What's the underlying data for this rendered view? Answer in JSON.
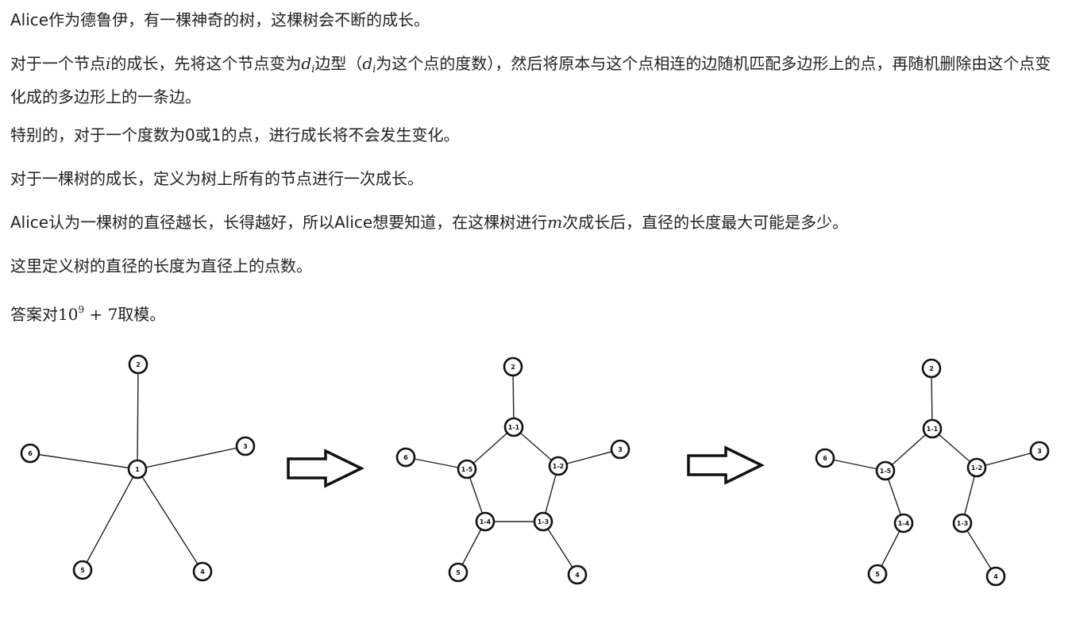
{
  "paragraphs": {
    "p1": "Alice作为德鲁伊，有一棵神奇的树，这棵树会不断的成长。",
    "p2": {
      "a": "对于一个节点",
      "i": "i",
      "b": "的成长，先将这个节点变为",
      "d": "d",
      "d_sub": "i",
      "c": "边型（",
      "d2": "d",
      "d2_sub": "i",
      "e": "为这个点的度数），然后将原本与这个点相连的边随机匹配多边形上的点，再随机删除由这个点变化成的多边形上的一条边。"
    },
    "p3": "特别的，对于一个度数为0或1的点，进行成长将不会发生变化。",
    "p4": "对于一棵树的成长，定义为树上所有的节点进行一次成长。",
    "p5": {
      "a": "Alice认为一棵树的直径越长，长得越好，所以Alice想要知道，在这棵树进行",
      "m": "m",
      "b": "次成长后，直径的长度最大可能是多少。"
    },
    "p6": "这里定义树的直径的长度为直径上的点数。",
    "p7": {
      "a": "答案对",
      "base": "10",
      "exp": "9",
      "plus": " + 7",
      "b": "取模。"
    }
  },
  "figure": {
    "tree1": {
      "nodes": [
        {
          "id": "1",
          "label": "1"
        },
        {
          "id": "2",
          "label": "2"
        },
        {
          "id": "3",
          "label": "3"
        },
        {
          "id": "4",
          "label": "4"
        },
        {
          "id": "5",
          "label": "5"
        },
        {
          "id": "6",
          "label": "6"
        }
      ],
      "edges": [
        [
          "1",
          "2"
        ],
        [
          "1",
          "3"
        ],
        [
          "1",
          "4"
        ],
        [
          "1",
          "5"
        ],
        [
          "1",
          "6"
        ]
      ]
    },
    "tree2": {
      "nodes": [
        {
          "id": "1-1",
          "label": "1-1"
        },
        {
          "id": "1-2",
          "label": "1-2"
        },
        {
          "id": "1-3",
          "label": "1-3"
        },
        {
          "id": "1-4",
          "label": "1-4"
        },
        {
          "id": "1-5",
          "label": "1-5"
        },
        {
          "id": "2",
          "label": "2"
        },
        {
          "id": "3",
          "label": "3"
        },
        {
          "id": "4",
          "label": "4"
        },
        {
          "id": "5",
          "label": "5"
        },
        {
          "id": "6",
          "label": "6"
        }
      ],
      "edges": [
        [
          "1-1",
          "1-2"
        ],
        [
          "1-2",
          "1-3"
        ],
        [
          "1-3",
          "1-4"
        ],
        [
          "1-4",
          "1-5"
        ],
        [
          "1-5",
          "1-1"
        ],
        [
          "1-1",
          "2"
        ],
        [
          "1-2",
          "3"
        ],
        [
          "1-3",
          "4"
        ],
        [
          "1-4",
          "5"
        ],
        [
          "1-5",
          "6"
        ]
      ]
    },
    "tree3": {
      "nodes": [
        {
          "id": "1-1",
          "label": "1-1"
        },
        {
          "id": "1-2",
          "label": "1-2"
        },
        {
          "id": "1-3",
          "label": "1-3"
        },
        {
          "id": "1-4",
          "label": "1-4"
        },
        {
          "id": "1-5",
          "label": "1-5"
        },
        {
          "id": "2",
          "label": "2"
        },
        {
          "id": "3",
          "label": "3"
        },
        {
          "id": "4",
          "label": "4"
        },
        {
          "id": "5",
          "label": "5"
        },
        {
          "id": "6",
          "label": "6"
        }
      ],
      "edges": [
        [
          "1-1",
          "1-2"
        ],
        [
          "1-2",
          "1-3"
        ],
        [
          "1-4",
          "1-5"
        ],
        [
          "1-5",
          "1-1"
        ],
        [
          "1-1",
          "2"
        ],
        [
          "1-2",
          "3"
        ],
        [
          "1-3",
          "4"
        ],
        [
          "1-4",
          "5"
        ],
        [
          "1-5",
          "6"
        ]
      ]
    },
    "arrow_icon": "right-arrow-icon"
  }
}
